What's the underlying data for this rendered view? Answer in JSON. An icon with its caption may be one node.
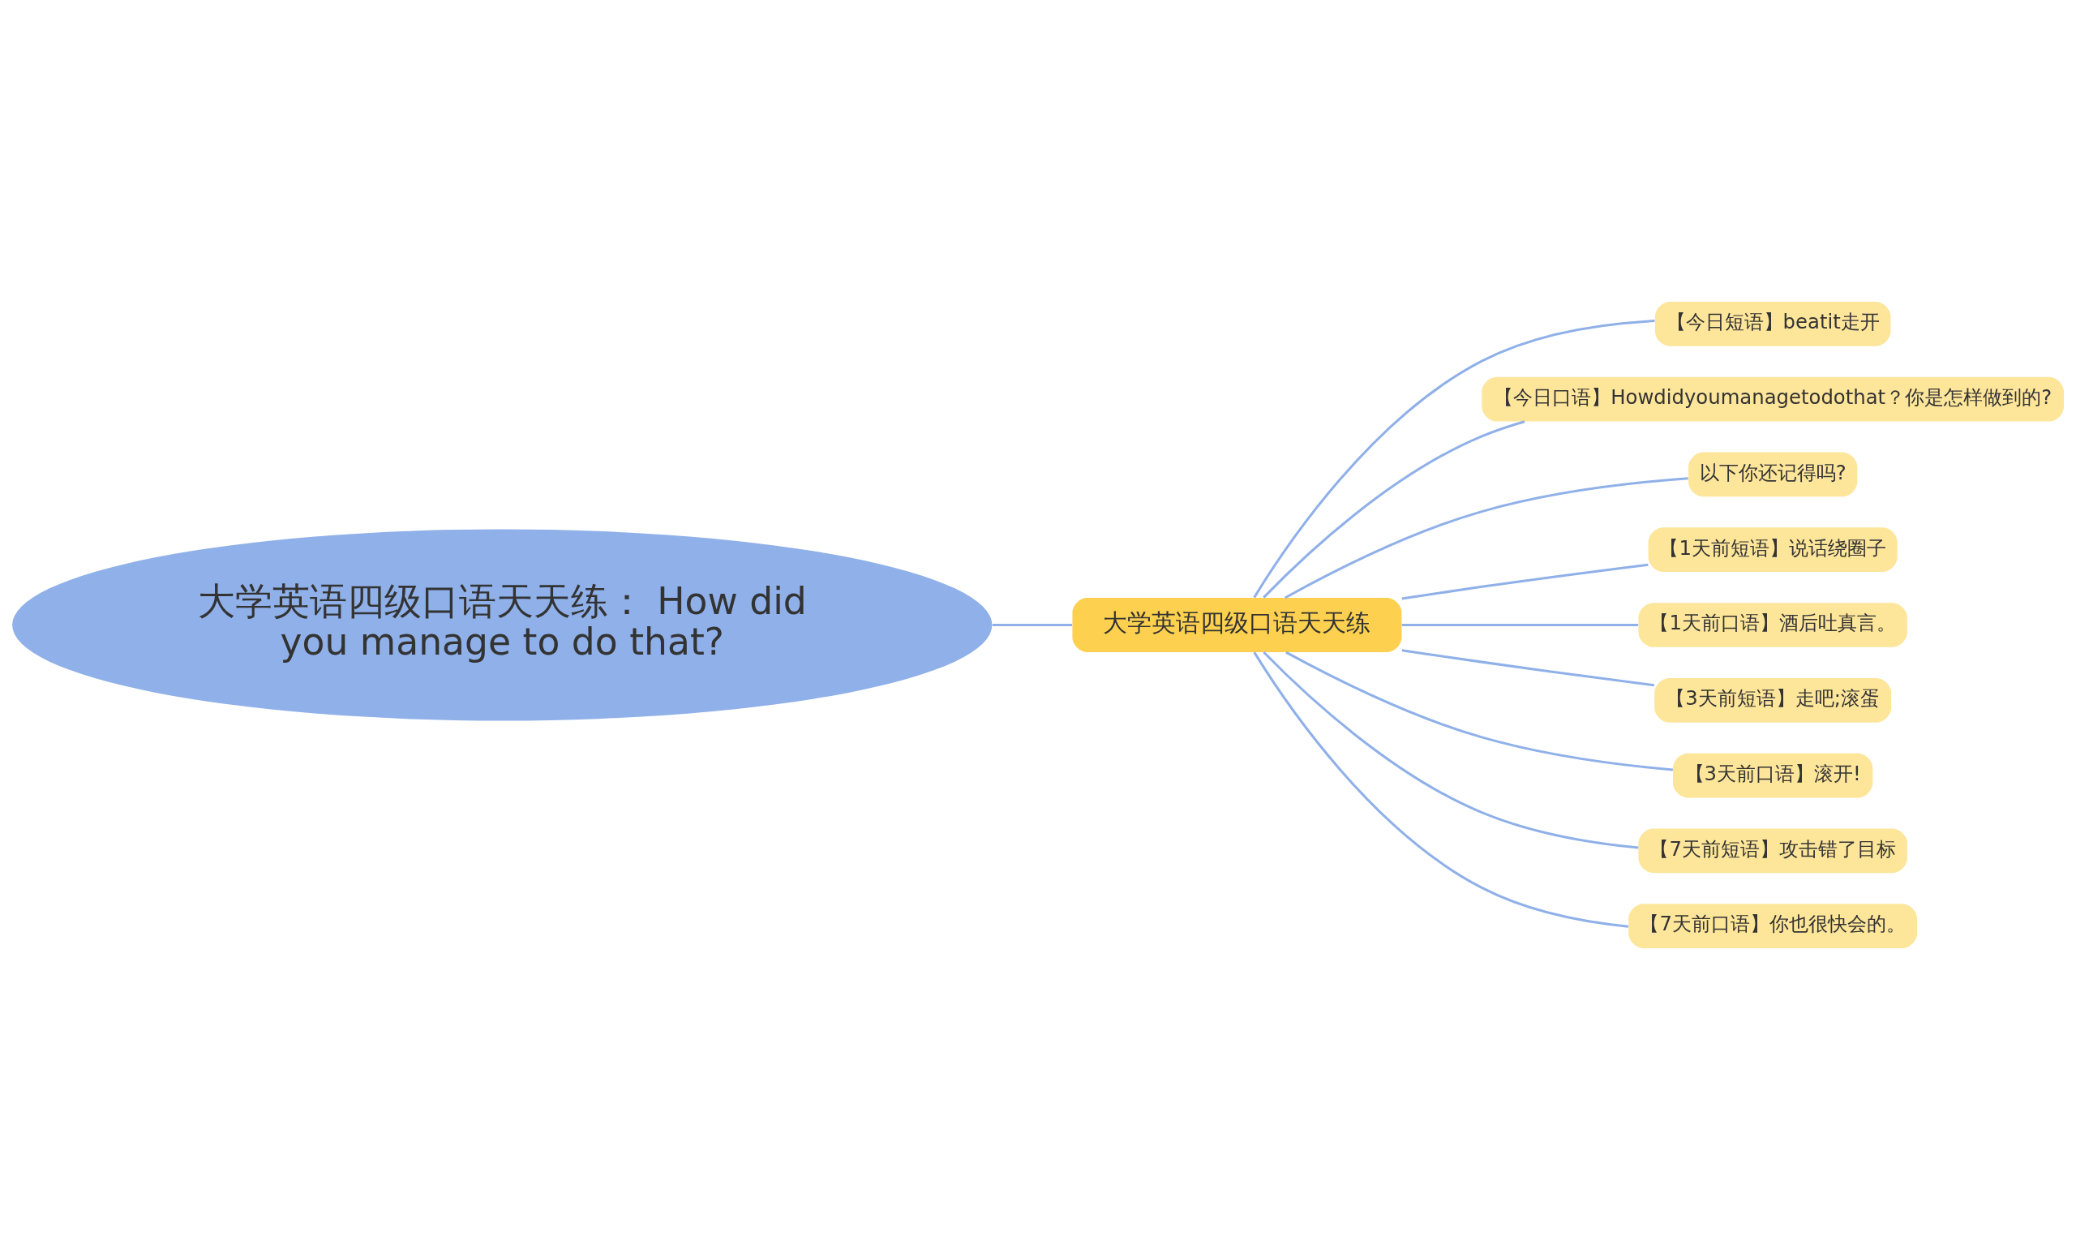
{
  "diagram": {
    "nodes": [
      {
        "text": [
          "大学英语四级口语天天练： How did you manage to do that?"
        ]
      },
      {
        "text": [
          "大学英语四级口语天天练"
        ]
      },
      {
        "text": [
          "【今日短语】beatit走开"
        ]
      },
      {
        "text": [
          "【今日口语】Howdidyoumanagetodothat？你是怎样做到的?"
        ]
      },
      {
        "text": [
          "以下你还记得吗?"
        ]
      },
      {
        "text": [
          "【1天前短语】说话绕圈子"
        ]
      },
      {
        "text": [
          "【1天前口语】酒后吐真言。"
        ]
      },
      {
        "text": [
          "【3天前短语】走吧;滚蛋"
        ]
      },
      {
        "text": [
          "【3天前口语】滚开!"
        ]
      },
      {
        "text": [
          "【7天前短语】攻击错了目标"
        ]
      },
      {
        "text": [
          "【7天前口语】你也很快会的。"
        ]
      }
    ],
    "edges": [
      {
        "from": 0,
        "to": 1,
        "arrow": "none"
      },
      {
        "from": 1,
        "to": 2,
        "arrow": "none"
      },
      {
        "from": 1,
        "to": 3,
        "arrow": "none"
      },
      {
        "from": 1,
        "to": 4,
        "arrow": "none"
      },
      {
        "from": 1,
        "to": 5,
        "arrow": "none"
      },
      {
        "from": 1,
        "to": 6,
        "arrow": "none"
      },
      {
        "from": 1,
        "to": 7,
        "arrow": "none"
      },
      {
        "from": 1,
        "to": 8,
        "arrow": "none"
      },
      {
        "from": 1,
        "to": 9,
        "arrow": "none"
      },
      {
        "from": 1,
        "to": 10,
        "arrow": "none"
      }
    ]
  }
}
